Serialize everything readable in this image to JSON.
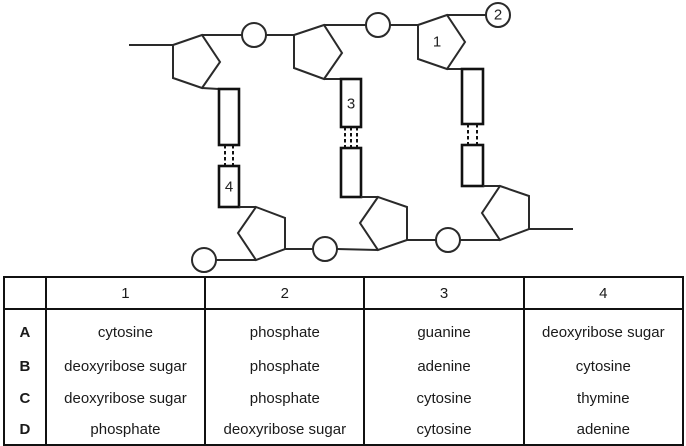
{
  "diagram": {
    "title": "Section of a DNA molecule",
    "labels": {
      "label_1": "1",
      "label_2": "2",
      "label_3": "3",
      "label_4": "4"
    },
    "hydrogen_bonds": {
      "left_pair": 2,
      "middle_pair": 3,
      "right_pair": 2
    }
  },
  "table": {
    "headers": [
      "",
      "1",
      "2",
      "3",
      "4"
    ],
    "rows": [
      {
        "option": "A",
        "cells": [
          "cytosine",
          "phosphate",
          "guanine",
          "deoxyribose sugar"
        ]
      },
      {
        "option": "B",
        "cells": [
          "deoxyribose sugar",
          "phosphate",
          "adenine",
          "cytosine"
        ]
      },
      {
        "option": "C",
        "cells": [
          "deoxyribose sugar",
          "phosphate",
          "cytosine",
          "thymine"
        ]
      },
      {
        "option": "D",
        "cells": [
          "phosphate",
          "deoxyribose sugar",
          "cytosine",
          "adenine"
        ]
      }
    ]
  }
}
